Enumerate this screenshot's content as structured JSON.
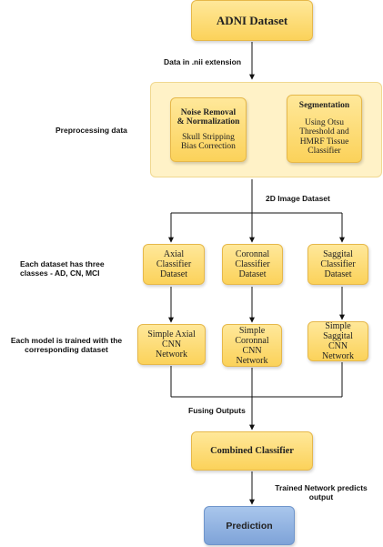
{
  "nodes": {
    "adni": "ADNI Dataset",
    "noise_title": "Noise Removal\n& Normalization",
    "noise_sub": "Skull Stripping\nBias Correction",
    "seg_title": "Segmentation",
    "seg_sub": "Using Otsu\nThreshold and\nHMRF Tissue\nClassifier",
    "axial_dataset": "Axial\nClassifier\nDataset",
    "coronal_dataset": "Coronnal\nClassifier\nDataset",
    "saggital_dataset": "Saggital\nClassifier\nDataset",
    "axial_cnn": "Simple Axial\nCNN\nNetwork",
    "coronal_cnn": "Simple\nCoronnal\nCNN\nNetwork",
    "saggital_cnn": "Simple\nSaggital\nCNN\nNetwork",
    "combined": "Combined Classifier",
    "prediction": "Prediction"
  },
  "labels": {
    "nii": "Data in .nii extension",
    "preprocessing": "Preprocessing data",
    "image_dataset": "2D Image Dataset",
    "classes": "Each dataset has three\nclasses - AD, CN, MCI",
    "trained": "Each model is trained with the\ncorresponding dataset",
    "fusing": "Fusing Outputs",
    "trained_network": "Trained Network predicts\noutput"
  }
}
